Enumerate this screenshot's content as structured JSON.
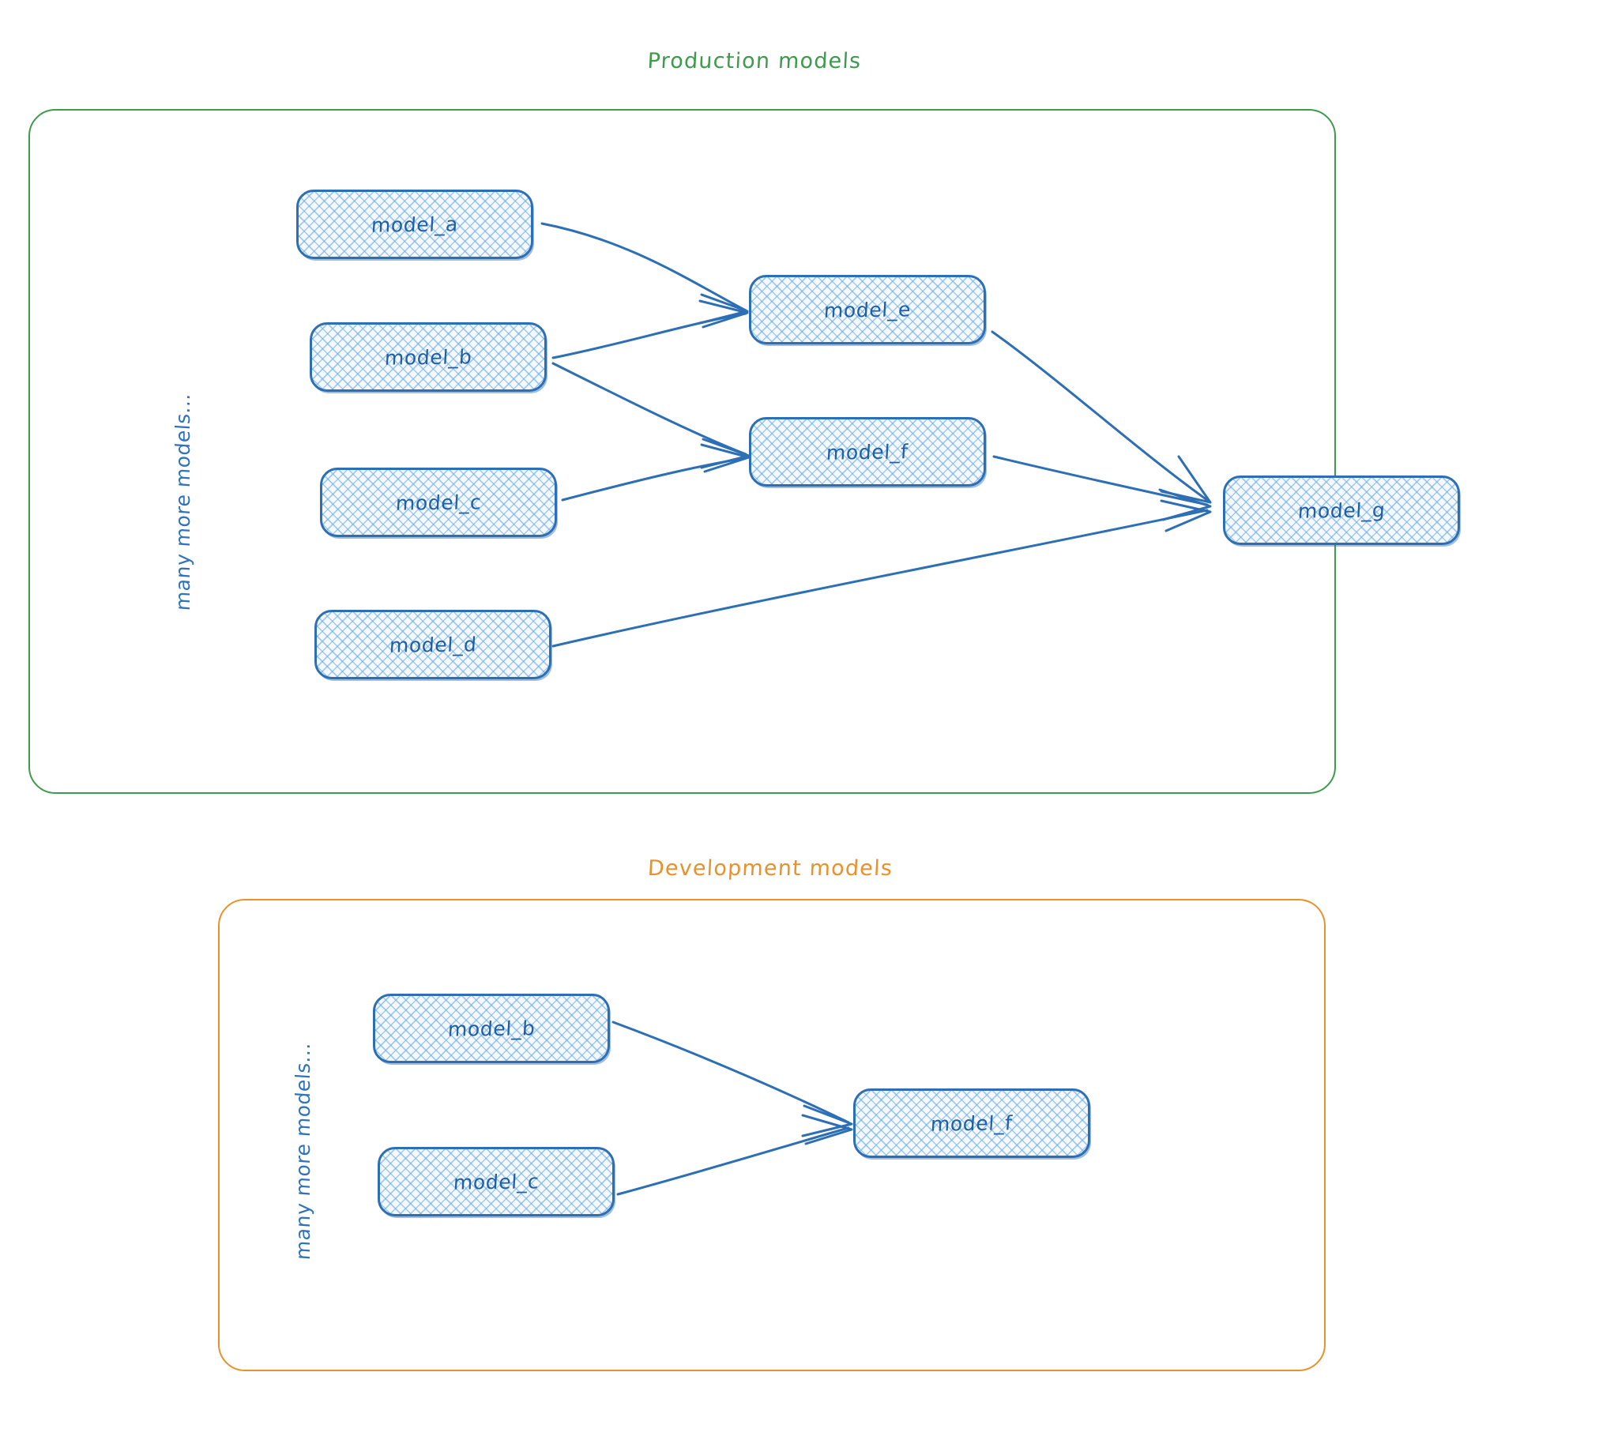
{
  "diagram": {
    "title_production": "Production models",
    "title_development": "Development models",
    "side_caption": "many more models...",
    "colors": {
      "production_border": "#3f9a4d",
      "development_border": "#e8912d",
      "node_border": "#2c6fb5",
      "node_fill": "#f3f9ff",
      "node_text": "#1f5fa8",
      "edge": "#2c6fb5"
    }
  },
  "production": {
    "title": "Production models",
    "side_caption": "many more models...",
    "nodes": [
      {
        "id": "prod_model_a",
        "label": "model_a"
      },
      {
        "id": "prod_model_b",
        "label": "model_b"
      },
      {
        "id": "prod_model_c",
        "label": "model_c"
      },
      {
        "id": "prod_model_d",
        "label": "model_d"
      },
      {
        "id": "prod_model_e",
        "label": "model_e"
      },
      {
        "id": "prod_model_f",
        "label": "model_f"
      },
      {
        "id": "prod_model_g",
        "label": "model_g"
      }
    ],
    "edges": [
      {
        "from": "model_a",
        "to": "model_e"
      },
      {
        "from": "model_b",
        "to": "model_e"
      },
      {
        "from": "model_b",
        "to": "model_f"
      },
      {
        "from": "model_c",
        "to": "model_f"
      },
      {
        "from": "model_e",
        "to": "model_g"
      },
      {
        "from": "model_f",
        "to": "model_g"
      },
      {
        "from": "model_d",
        "to": "model_g"
      }
    ]
  },
  "development": {
    "title": "Development models",
    "side_caption": "many more models...",
    "nodes": [
      {
        "id": "dev_model_b",
        "label": "model_b"
      },
      {
        "id": "dev_model_c",
        "label": "model_c"
      },
      {
        "id": "dev_model_f",
        "label": "model_f"
      }
    ],
    "edges": [
      {
        "from": "model_b",
        "to": "model_f"
      },
      {
        "from": "model_c",
        "to": "model_f"
      }
    ]
  }
}
